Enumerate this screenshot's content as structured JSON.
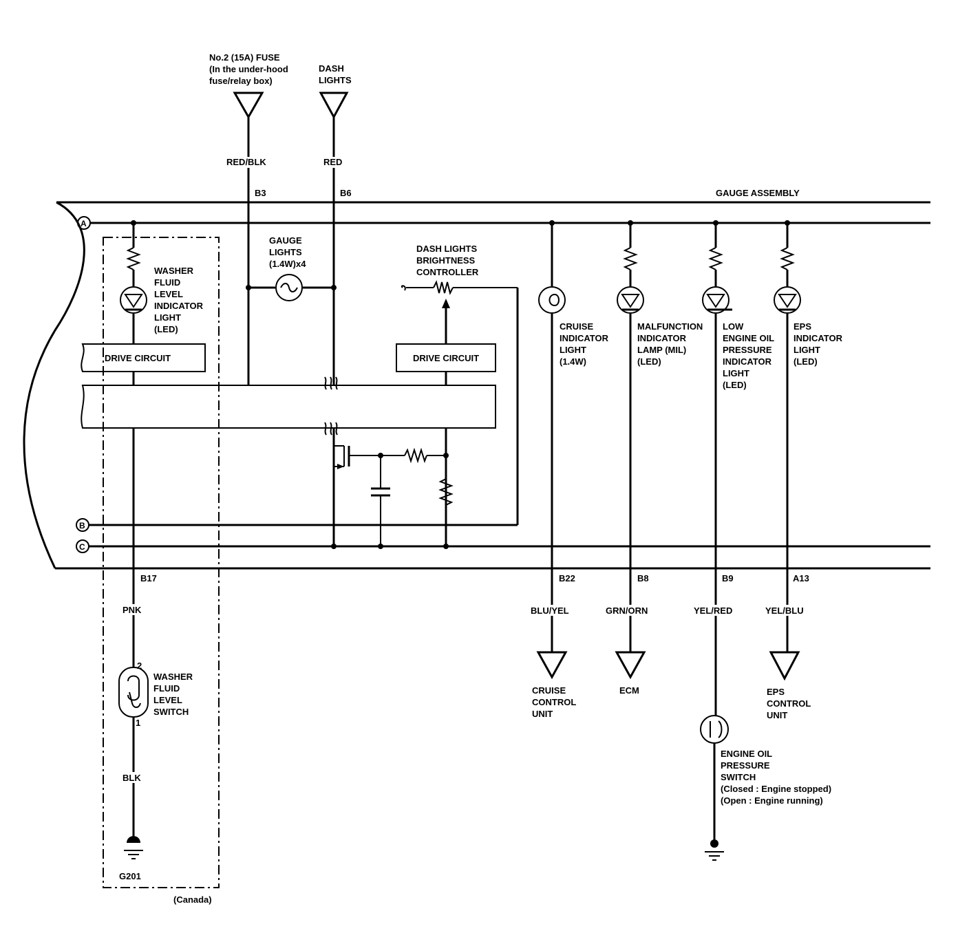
{
  "sources": {
    "fuse": {
      "lines": [
        "No.2 (15A) FUSE",
        "(In the under-hood",
        "fuse/relay box)"
      ],
      "wire": "RED/BLK",
      "pin": "B3"
    },
    "dash": {
      "lines": [
        "DASH",
        "LIGHTS"
      ],
      "wire": "RED",
      "pin": "B6"
    }
  },
  "assembly": {
    "title": "GAUGE ASSEMBLY",
    "bus_a": "A",
    "bus_b": "B",
    "bus_c": "C"
  },
  "gauge_lights": {
    "lines": [
      "GAUGE",
      "LIGHTS",
      "(1.4W)x4"
    ]
  },
  "dash_controller": {
    "lines": [
      "DASH LIGHTS",
      "BRIGHTNESS",
      "CONTROLLER"
    ]
  },
  "drive_circuit_left": "DRIVE CIRCUIT",
  "drive_circuit_right": "DRIVE CIRCUIT",
  "washer": {
    "light": {
      "lines": [
        "WASHER",
        "FLUID",
        "LEVEL",
        "INDICATOR",
        "LIGHT",
        "(LED)"
      ]
    },
    "pin": "B17",
    "wire": "PNK",
    "switch": {
      "lines": [
        "WASHER",
        "FLUID",
        "LEVEL",
        "SWITCH"
      ],
      "pin_top": "2",
      "pin_bottom": "1"
    },
    "ground_wire": "BLK",
    "ground": "G201",
    "region": "(Canada)"
  },
  "indicators": [
    {
      "id": "cruise",
      "lines": [
        "CRUISE",
        "INDICATOR",
        "LIGHT",
        "(1.4W)"
      ],
      "pin": "B22",
      "wire": "BLU/YEL",
      "dest": [
        "CRUISE",
        "CONTROL",
        "UNIT"
      ]
    },
    {
      "id": "mil",
      "lines": [
        "MALFUNCTION",
        "INDICATOR",
        "LAMP (MIL)",
        "(LED)"
      ],
      "pin": "B8",
      "wire": "GRN/ORN",
      "dest": [
        "ECM"
      ]
    },
    {
      "id": "oil",
      "lines": [
        "LOW",
        "ENGINE OIL",
        "PRESSURE",
        "INDICATOR",
        "LIGHT",
        "(LED)"
      ],
      "pin": "B9",
      "wire": "YEL/RED",
      "dest": []
    },
    {
      "id": "eps",
      "lines": [
        "EPS",
        "INDICATOR",
        "LIGHT",
        "(LED)"
      ],
      "pin": "A13",
      "wire": "YEL/BLU",
      "dest": [
        "EPS",
        "CONTROL",
        "UNIT"
      ]
    }
  ],
  "oil_switch": {
    "lines": [
      "ENGINE OIL",
      "PRESSURE",
      "SWITCH",
      "(Closed : Engine stopped)",
      "(Open : Engine running)"
    ]
  }
}
